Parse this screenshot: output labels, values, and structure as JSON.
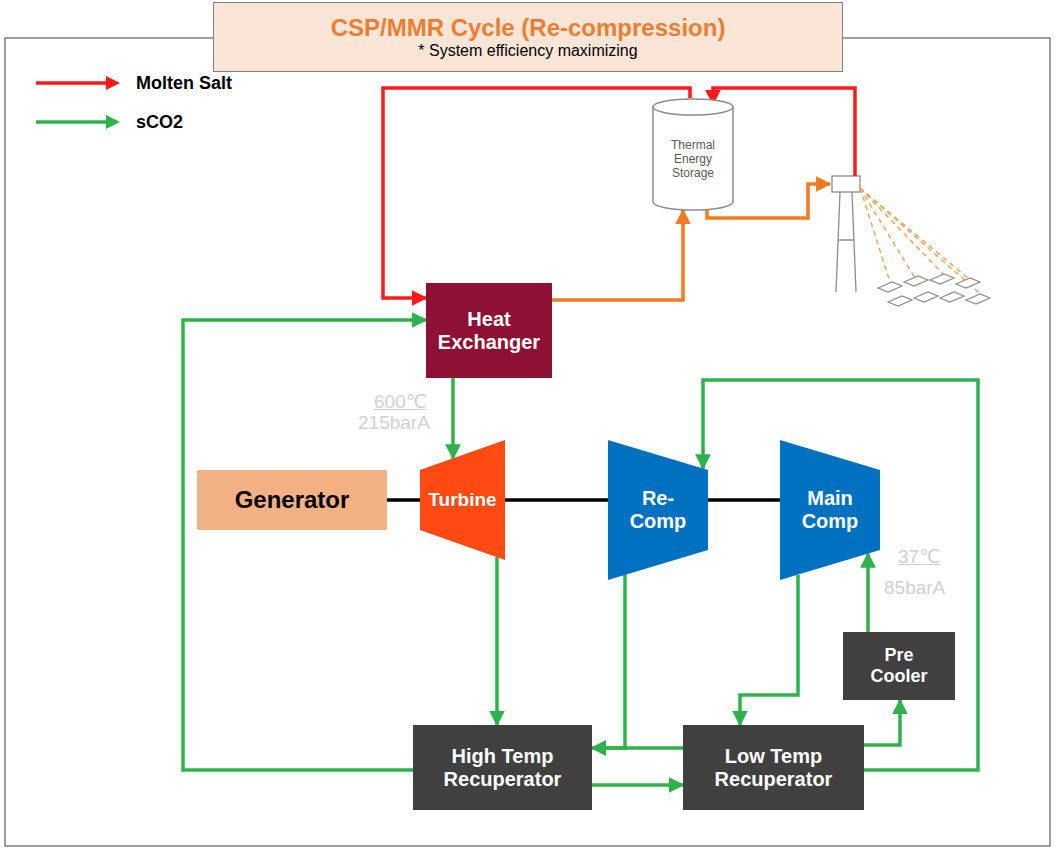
{
  "diagram": {
    "nodes": [
      {
        "text": [
          "CSP/MMR Cycle (Re-compression)",
          "* System efficiency maximizing"
        ]
      },
      {
        "text": [
          "Thermal Energy Storage"
        ]
      },
      {
        "text": [
          "Heat Exchanger"
        ]
      },
      {
        "text": [
          "Generator"
        ]
      },
      {
        "text": [
          "Turbine"
        ]
      },
      {
        "text": [
          "Re- Comp"
        ]
      },
      {
        "text": [
          "Main Comp"
        ]
      },
      {
        "text": [
          "Pre Cooler"
        ]
      },
      {
        "text": [
          "High Temp Recuperator"
        ]
      },
      {
        "text": [
          "Low Temp Recuperator"
        ]
      }
    ],
    "edges": [
      {
        "from": 1,
        "to": 2,
        "arrow": "to"
      },
      {
        "from": 2,
        "to": 1,
        "arrow": "to"
      },
      {
        "from": 2,
        "to": 4,
        "arrow": "to"
      },
      {
        "from": 4,
        "to": 8,
        "arrow": "to"
      },
      {
        "from": 8,
        "to": 9,
        "arrow": "to"
      },
      {
        "from": 9,
        "to": 7,
        "arrow": "to"
      },
      {
        "from": 7,
        "to": 6,
        "arrow": "to"
      },
      {
        "from": 6,
        "to": 9,
        "arrow": "to"
      },
      {
        "from": 9,
        "to": 8,
        "arrow": "to"
      },
      {
        "from": 5,
        "to": 8,
        "arrow": "to"
      },
      {
        "from": 9,
        "to": 5,
        "arrow": "to"
      },
      {
        "from": 8,
        "to": 2,
        "arrow": "to"
      },
      {
        "from": 3,
        "to": 4,
        "arrow": "none"
      },
      {
        "from": 4,
        "to": 5,
        "arrow": "none"
      },
      {
        "from": 5,
        "to": 6,
        "arrow": "none"
      }
    ],
    "labels": [
      "600℃",
      "215barA",
      "37℃",
      "85barA"
    ],
    "legend": [
      {
        "text": "Molten Salt"
      },
      {
        "text": "sCO2"
      }
    ]
  }
}
